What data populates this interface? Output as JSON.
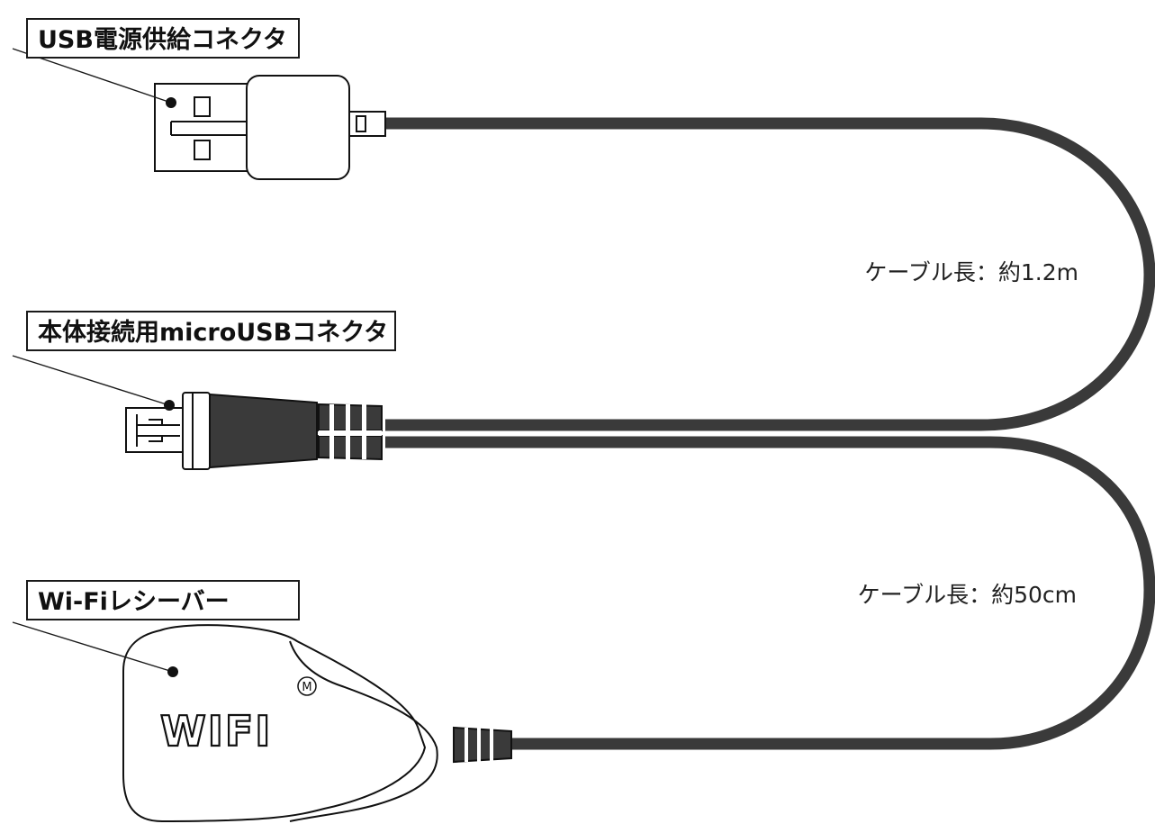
{
  "labels": {
    "usb_power_connector": "USB電源供給コネクタ",
    "micro_usb_connector": "本体接続用microUSBコネクタ",
    "wifi_receiver": "Wi-Fiレシーバー"
  },
  "specs": {
    "cable_length_long": "ケーブル長：約1.2m",
    "cable_length_short": "ケーブル長：約50cm"
  },
  "receiver": {
    "logo": "WIFI",
    "registered_mark": "M"
  },
  "colors": {
    "cable": "#3a3a3a",
    "outline": "#111111",
    "background": "#ffffff"
  }
}
